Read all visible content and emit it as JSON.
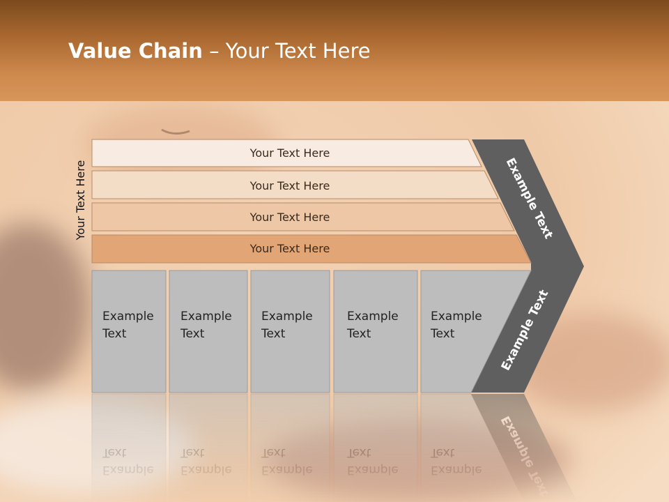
{
  "title": {
    "bold": "Value Chain",
    "rest": " – Your Text Here"
  },
  "side_label": "Your Text Here",
  "bars": [
    {
      "label": "Your Text Here",
      "color": "#f8ece2"
    },
    {
      "label": "Your Text Here",
      "color": "#f4ddc6"
    },
    {
      "label": "Your Text Here",
      "color": "#eec8a6"
    },
    {
      "label": "Your Text Here",
      "color": "#e2a676"
    }
  ],
  "boxes": [
    {
      "line1": "Example",
      "line2": "Text"
    },
    {
      "line1": "Example",
      "line2": "Text"
    },
    {
      "line1": "Example",
      "line2": "Text"
    },
    {
      "line1": "Example",
      "line2": "Text"
    },
    {
      "line1": "Example",
      "line2": "Text"
    }
  ],
  "chevron_top_label": "Example Text",
  "chevron_bottom_label": "Example Text",
  "colors": {
    "box": "#bdbdbd",
    "chevron": "#5f5f5f",
    "header": "#c7834a"
  }
}
